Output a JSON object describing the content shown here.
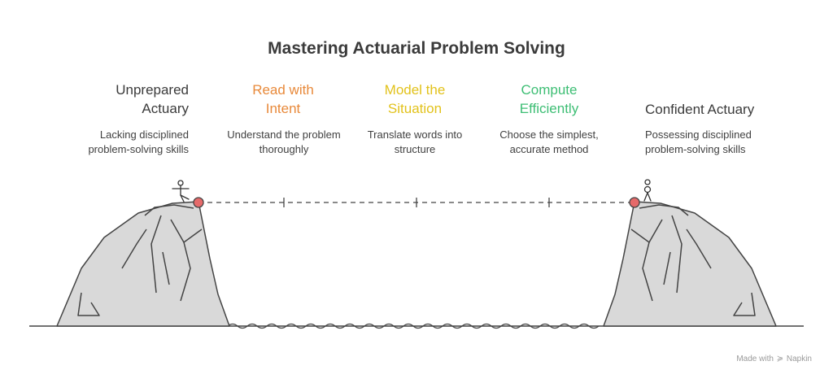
{
  "title": "Mastering Actuarial Problem Solving",
  "start": {
    "title": "Unprepared Actuary",
    "description": "Lacking disciplined problem-solving skills"
  },
  "steps": [
    {
      "title": "Read with Intent",
      "description": "Understand the problem thoroughly",
      "color": "#E8893A"
    },
    {
      "title": "Model the Situation",
      "description": "Translate words into structure",
      "color": "#E2C21B"
    },
    {
      "title": "Compute Efficiently",
      "description": "Choose the simplest, accurate method",
      "color": "#3DBE74"
    }
  ],
  "end": {
    "title": "Confident Actuary",
    "description": "Possessing disciplined problem-solving skills"
  },
  "credit": {
    "made_with": "Made with",
    "brand": "Napkin",
    "logo_icon": "napkin-logo-icon"
  },
  "colors": {
    "endpoint_dot": "#E56A6A",
    "cliff_fill": "#D9D9D9",
    "stroke": "#444444"
  }
}
